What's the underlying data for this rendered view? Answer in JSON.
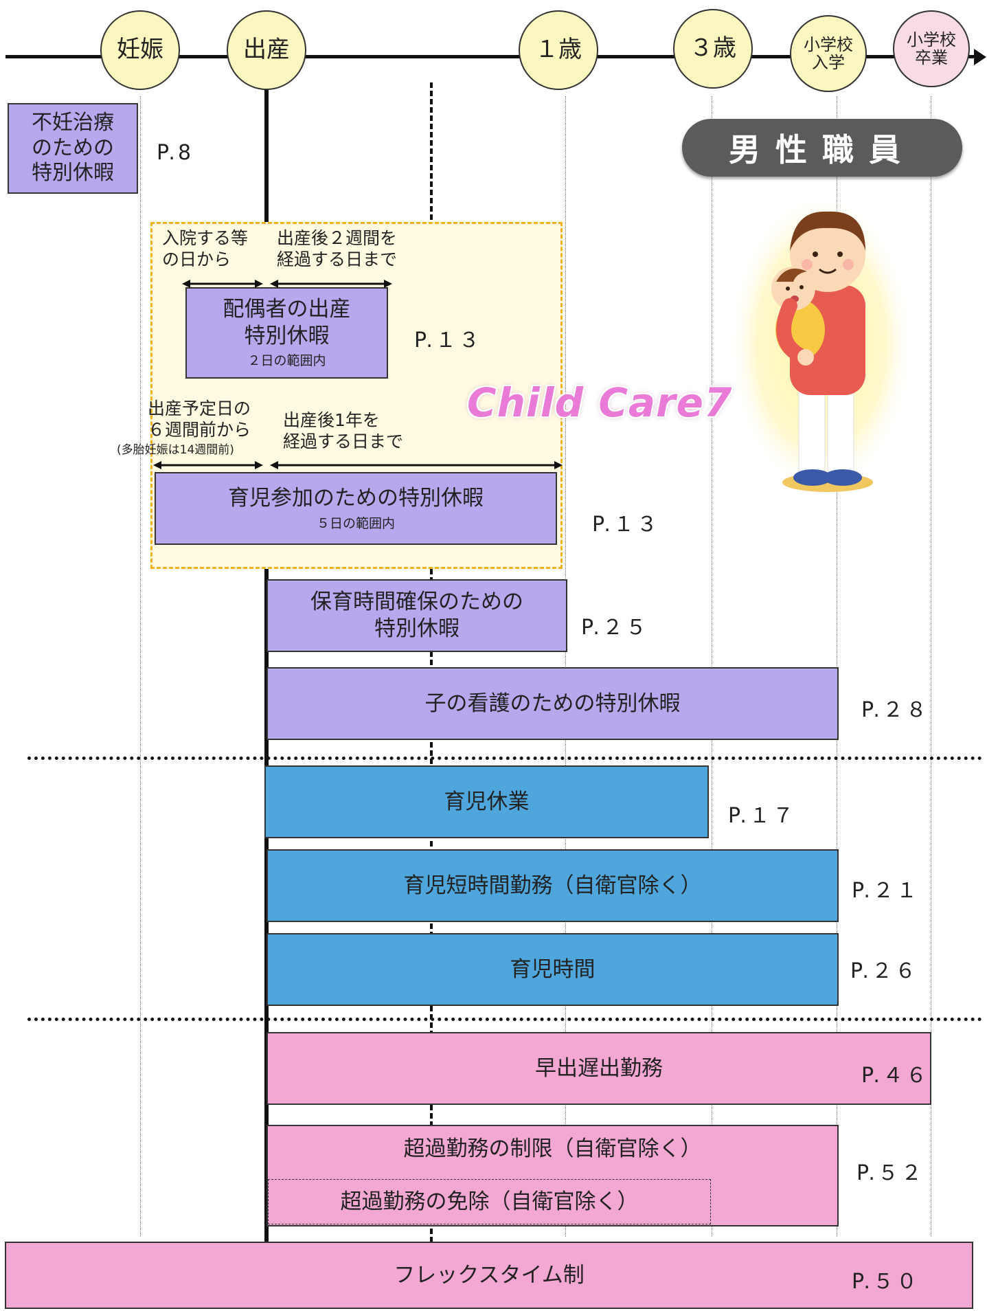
{
  "timeline": {
    "milestones": [
      {
        "label": "妊娠"
      },
      {
        "label": "出産"
      },
      {
        "label": "１歳"
      },
      {
        "label": "３歳"
      },
      {
        "label": "小学校\n入学"
      },
      {
        "label": "小学校\n卒業"
      }
    ]
  },
  "badge": "男性職員",
  "watermark": "Child Care7",
  "items": {
    "infertility": {
      "label": "不妊治療\nのための\n特別休暇",
      "page": "P.8"
    },
    "spouse_birth": {
      "label": "配偶者の出産\n特別休暇",
      "note": "２日の範囲内",
      "page": "P.１３"
    },
    "childcare_participation": {
      "label": "育児参加のための特別休暇",
      "note": "５日の範囲内",
      "page": "P.１３"
    },
    "nursery_time": {
      "label": "保育時間確保のための\n特別休暇",
      "page": "P.２５"
    },
    "child_nursing": {
      "label": "子の看護のための特別休暇",
      "page": "P.２８"
    },
    "childcare_leave": {
      "label": "育児休業",
      "page": "P.１７"
    },
    "short_hours": {
      "label": "育児短時間勤務（自衛官除く）",
      "page": "P.２１"
    },
    "childcare_time": {
      "label": "育児時間",
      "page": "P.２６"
    },
    "early_late": {
      "label": "早出遅出勤務",
      "page": "P.４６"
    },
    "overtime_limit": {
      "label": "超過勤務の制限（自衛官除く）",
      "page": "P.５２"
    },
    "overtime_exempt": {
      "label": "超過勤務の免除（自衛官除く）"
    },
    "flextime": {
      "label": "フレックスタイム制",
      "page": "P.５０"
    }
  },
  "notes": {
    "hospital_from": "入院する等\nの日から",
    "two_weeks_after": "出産後２週間を\n経過する日まで",
    "six_weeks_before": "出産予定日の\n６週間前から",
    "multiple_pregnancy": "(多胎妊娠は14週間前)",
    "one_year_after": "出産後1年を\n経過する日まで"
  },
  "colors": {
    "purple": "#b7a8ee",
    "blue": "#4ea6dc",
    "pink": "#f2a8d2",
    "milestone_yellow": "#fbf7c0",
    "milestone_pink": "#f8dbe6",
    "highlight_border": "#f2b21d"
  }
}
